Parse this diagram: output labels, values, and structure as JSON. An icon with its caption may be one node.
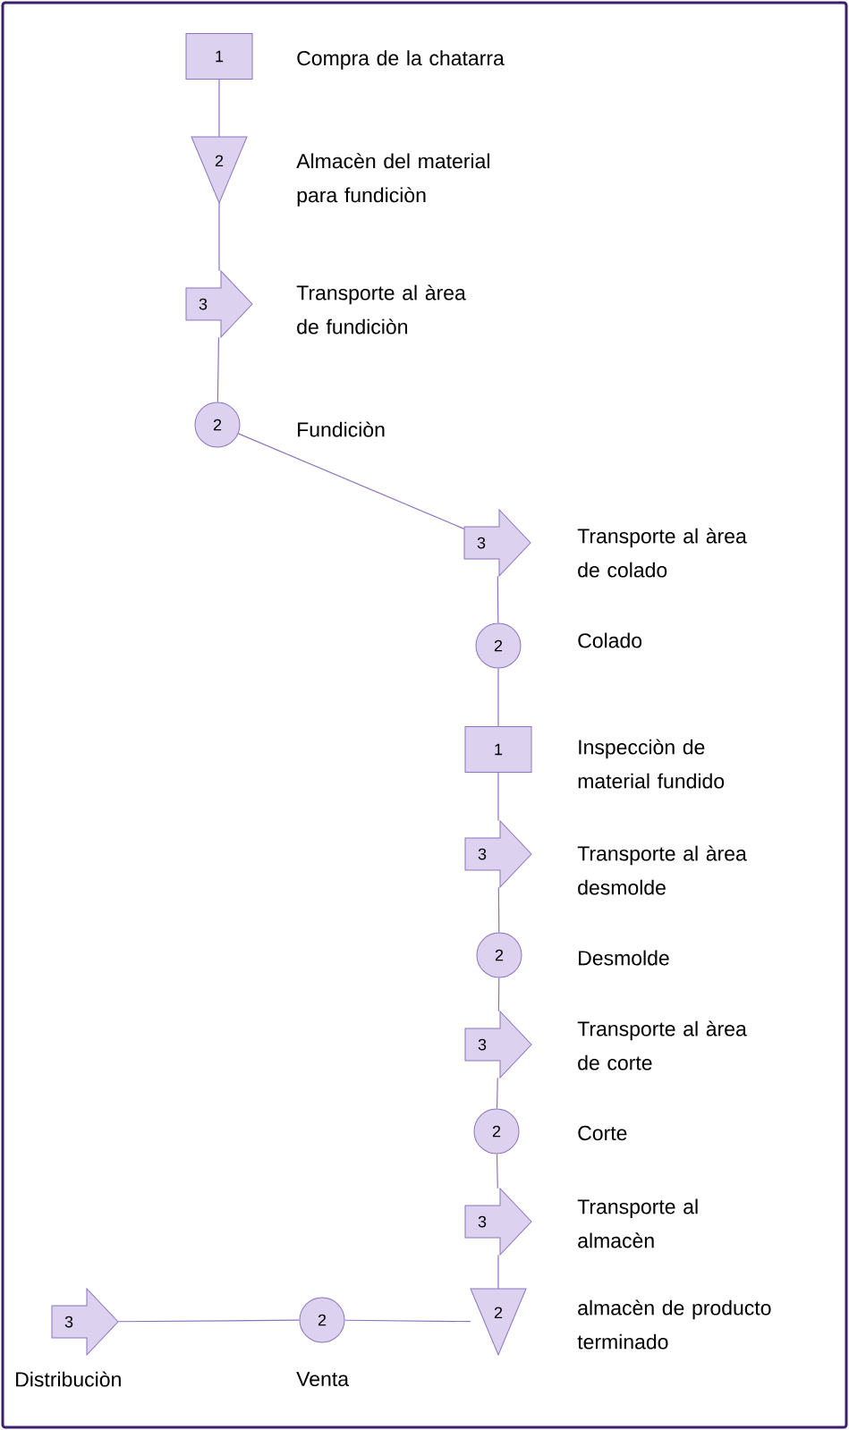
{
  "diagram": {
    "nodes": [
      {
        "text": [
          "1"
        ],
        "beside": [
          "Compra de la chatarra"
        ]
      },
      {
        "text": [
          "2"
        ],
        "beside": [
          "Almacèn del material para fundiciòn"
        ]
      },
      {
        "text": [
          "3"
        ],
        "beside": [
          "Transporte al àrea de fundiciòn"
        ]
      },
      {
        "text": [
          "2"
        ],
        "beside": [
          "Fundiciòn"
        ]
      },
      {
        "text": [
          "3"
        ],
        "beside": [
          "Transporte al àrea de colado"
        ]
      },
      {
        "text": [
          "2"
        ],
        "beside": [
          "Colado"
        ]
      },
      {
        "text": [
          "1"
        ],
        "beside": [
          "Inspecciòn de material fundido"
        ]
      },
      {
        "text": [
          "3"
        ],
        "beside": [
          "Transporte al àrea desmolde"
        ]
      },
      {
        "text": [
          "2"
        ],
        "beside": [
          "Desmolde"
        ]
      },
      {
        "text": [
          "3"
        ],
        "beside": [
          "Transporte al àrea de corte"
        ]
      },
      {
        "text": [
          "2"
        ],
        "beside": [
          "Corte"
        ]
      },
      {
        "text": [
          "3"
        ],
        "beside": [
          "Transporte al almacèn"
        ]
      },
      {
        "text": [
          "2"
        ],
        "beside": [
          "almacèn de producto terminado"
        ]
      },
      {
        "text": [
          "2"
        ],
        "beside": [
          "Venta"
        ]
      },
      {
        "text": [
          "3"
        ],
        "beside": [
          "Distribuciòn"
        ]
      }
    ],
    "edges": [
      {
        "from": 0,
        "to": 1,
        "arrow": "none"
      },
      {
        "from": 1,
        "to": 2,
        "arrow": "none"
      },
      {
        "from": 2,
        "to": 3,
        "arrow": "none"
      },
      {
        "from": 3,
        "to": 4,
        "arrow": "none"
      },
      {
        "from": 4,
        "to": 5,
        "arrow": "none"
      },
      {
        "from": 5,
        "to": 6,
        "arrow": "none"
      },
      {
        "from": 6,
        "to": 7,
        "arrow": "none"
      },
      {
        "from": 7,
        "to": 8,
        "arrow": "none"
      },
      {
        "from": 8,
        "to": 9,
        "arrow": "none"
      },
      {
        "from": 9,
        "to": 10,
        "arrow": "none"
      },
      {
        "from": 10,
        "to": 11,
        "arrow": "none"
      },
      {
        "from": 11,
        "to": 12,
        "arrow": "none"
      },
      {
        "from": 12,
        "to": 13,
        "arrow": "none"
      },
      {
        "from": 13,
        "to": 14,
        "arrow": "none"
      }
    ]
  }
}
